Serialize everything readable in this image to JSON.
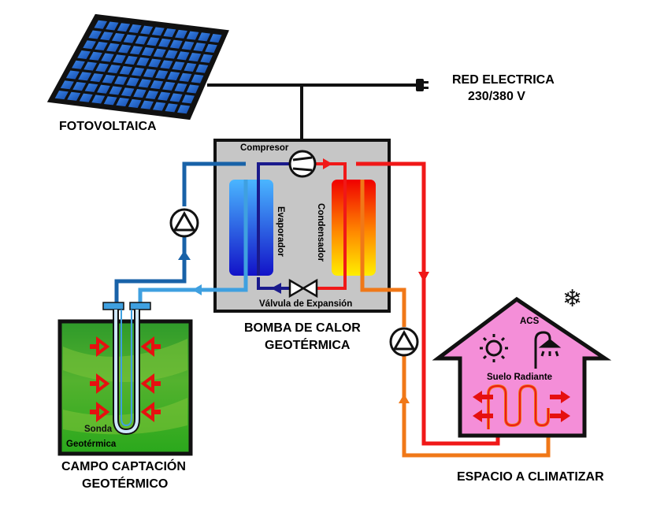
{
  "labels": {
    "fotovoltaica": "FOTOVOLTAICA",
    "red_line1": "RED ELECTRICA",
    "red_line2": "230/380 V",
    "compresor": "Compresor",
    "evaporador": "Evaporador",
    "condensador": "Condensador",
    "valvula": "Válvula de Expansión",
    "bomba_line1": "BOMBA DE CALOR",
    "bomba_line2": "GEOTÉRMICA",
    "acs": "ACS",
    "suelo": "Suelo Radiante",
    "campo_line1": "CAMPO CAPTACIÓN",
    "campo_line2": "GEOTÉRMICO",
    "sonda_line1": "Sonda",
    "sonda_line2": "Geotérmica",
    "espacio": "ESPACIO A CLIMATIZAR"
  },
  "icons": {
    "snowflake": "❄",
    "pump": "pump-icon",
    "sun": "sun-icon",
    "shower": "shower-icon",
    "plug": "plug-icon"
  },
  "colors": {
    "cold_dark": "#1a3a9a",
    "cold_light": "#3fa0e0",
    "hot": "#f01818",
    "warm": "#f07818",
    "panel_blue": "#1f5fc8",
    "house_pink": "#f48ed8",
    "field_green": "#3ea82a",
    "pump_box": "#c6c6c6",
    "arrow_red": "#e61010"
  }
}
